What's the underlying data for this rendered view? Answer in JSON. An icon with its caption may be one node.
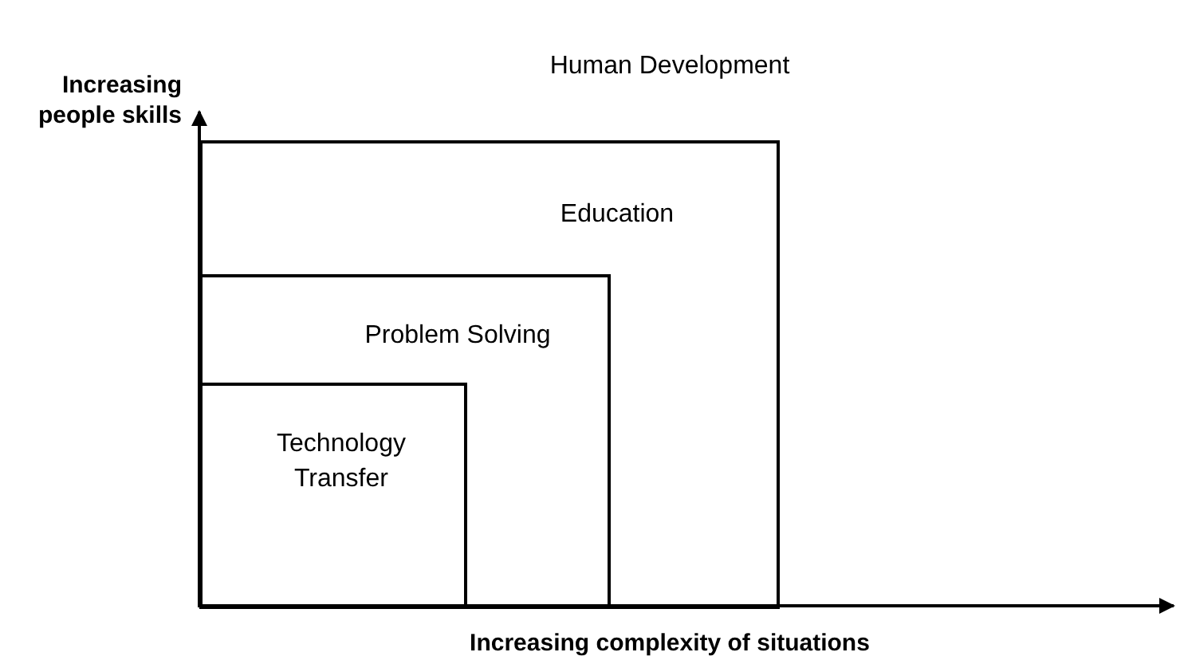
{
  "diagram": {
    "nodes": [
      {
        "text": [
          "Education"
        ]
      },
      {
        "text": [
          "Problem Solving"
        ],
        "in": 0
      },
      {
        "text": [
          "Technology Transfer"
        ],
        "in": 1
      }
    ],
    "labels": [
      "Increasing people skills",
      "Human Development",
      "Increasing complexity of situations"
    ]
  }
}
